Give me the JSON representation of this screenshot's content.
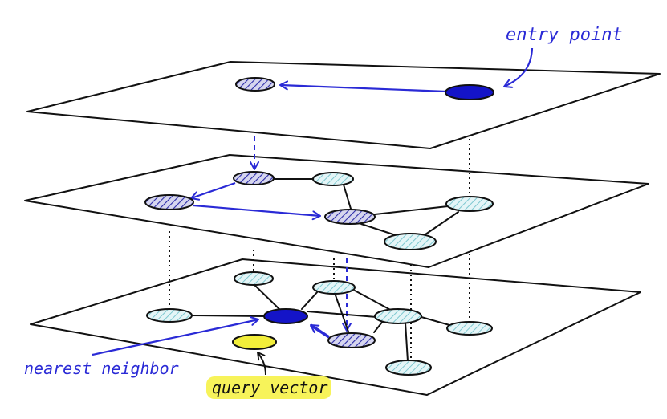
{
  "labels": {
    "entry_point": "entry point",
    "nearest_neighbor": "nearest neighbor",
    "query_vector": "query vector"
  },
  "colors": {
    "annotation": "#2a2ad6",
    "entry_node": "#1414c8",
    "highlight": "#f7f35a",
    "query_node": "#f2ee3a",
    "visited_hatch": "#2a2aa8",
    "unvisited_hatch": "#7ec8d0",
    "unvisited_fill": "#dff3f5"
  }
}
